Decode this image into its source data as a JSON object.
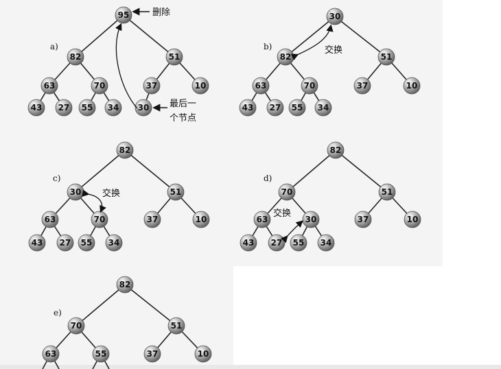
{
  "colors": {
    "panel_bg": "#f4f4f4",
    "node_fill": "#a9a9a9",
    "node_edge": "#555555",
    "edge": "#222222"
  },
  "panels": [
    {
      "id": "a",
      "label": "a)",
      "nodes": [
        {
          "id": "r",
          "value": "95"
        },
        {
          "id": "L",
          "value": "82"
        },
        {
          "id": "R",
          "value": "51"
        },
        {
          "id": "LL",
          "value": "63"
        },
        {
          "id": "LR",
          "value": "70"
        },
        {
          "id": "RL",
          "value": "37"
        },
        {
          "id": "RR",
          "value": "10"
        },
        {
          "id": "LLL",
          "value": "43"
        },
        {
          "id": "LLR",
          "value": "27"
        },
        {
          "id": "LRL",
          "value": "55"
        },
        {
          "id": "LRR",
          "value": "34"
        },
        {
          "id": "RLL",
          "value": "30"
        }
      ],
      "annotations": [
        {
          "id": "delete",
          "text": "删除"
        },
        {
          "id": "last1",
          "text": "最后一"
        },
        {
          "id": "last2",
          "text": "个节点"
        }
      ]
    },
    {
      "id": "b",
      "label": "b)",
      "nodes": [
        {
          "id": "r",
          "value": "30"
        },
        {
          "id": "L",
          "value": "82"
        },
        {
          "id": "R",
          "value": "51"
        },
        {
          "id": "LL",
          "value": "63"
        },
        {
          "id": "LR",
          "value": "70"
        },
        {
          "id": "RL",
          "value": "37"
        },
        {
          "id": "RR",
          "value": "10"
        },
        {
          "id": "LLL",
          "value": "43"
        },
        {
          "id": "LLR",
          "value": "27"
        },
        {
          "id": "LRL",
          "value": "55"
        },
        {
          "id": "LRR",
          "value": "34"
        }
      ],
      "annotations": [
        {
          "id": "swap",
          "text": "交换"
        }
      ]
    },
    {
      "id": "c",
      "label": "c)",
      "nodes": [
        {
          "id": "r",
          "value": "82"
        },
        {
          "id": "L",
          "value": "30"
        },
        {
          "id": "R",
          "value": "51"
        },
        {
          "id": "LL",
          "value": "63"
        },
        {
          "id": "LR",
          "value": "70"
        },
        {
          "id": "RL",
          "value": "37"
        },
        {
          "id": "RR",
          "value": "10"
        },
        {
          "id": "LLL",
          "value": "43"
        },
        {
          "id": "LLR",
          "value": "27"
        },
        {
          "id": "LRL",
          "value": "55"
        },
        {
          "id": "LRR",
          "value": "34"
        }
      ],
      "annotations": [
        {
          "id": "swap",
          "text": "交换"
        }
      ]
    },
    {
      "id": "d",
      "label": "d)",
      "nodes": [
        {
          "id": "r",
          "value": "82"
        },
        {
          "id": "L",
          "value": "70"
        },
        {
          "id": "R",
          "value": "51"
        },
        {
          "id": "LL",
          "value": "63"
        },
        {
          "id": "LR",
          "value": "30"
        },
        {
          "id": "RL",
          "value": "37"
        },
        {
          "id": "RR",
          "value": "10"
        },
        {
          "id": "LLL",
          "value": "43"
        },
        {
          "id": "LLR",
          "value": "27"
        },
        {
          "id": "LRL",
          "value": "55"
        },
        {
          "id": "LRR",
          "value": "34"
        }
      ],
      "annotations": [
        {
          "id": "swap",
          "text": "交换"
        }
      ]
    },
    {
      "id": "e",
      "label": "e)",
      "nodes": [
        {
          "id": "r",
          "value": "82"
        },
        {
          "id": "L",
          "value": "70"
        },
        {
          "id": "R",
          "value": "51"
        },
        {
          "id": "LL",
          "value": "63"
        },
        {
          "id": "LR",
          "value": "55"
        },
        {
          "id": "RL",
          "value": "37"
        },
        {
          "id": "RR",
          "value": "10"
        }
      ],
      "annotations": []
    }
  ]
}
